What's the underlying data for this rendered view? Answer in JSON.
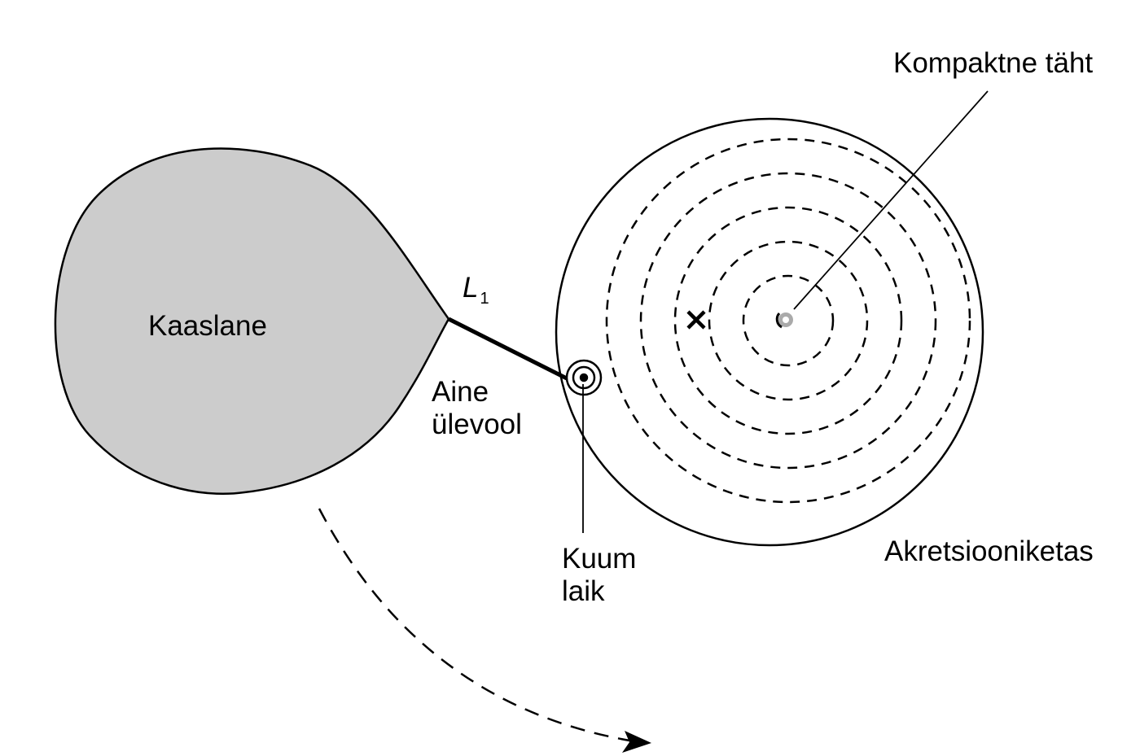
{
  "labels": {
    "companion": "Kaaslane",
    "l1_letter": "L",
    "l1_subscript": "1",
    "overflow_line1": "Aine",
    "overflow_line2": "ülevool",
    "compact_star": "Kompaktne täht",
    "hot_spot_line1": "Kuum",
    "hot_spot_line2": "laik",
    "accretion_disk": "Akretsiooniketas"
  },
  "colors": {
    "companion_fill": "#cccccc",
    "stroke": "#000000",
    "star_core": "#aaaaaa"
  }
}
